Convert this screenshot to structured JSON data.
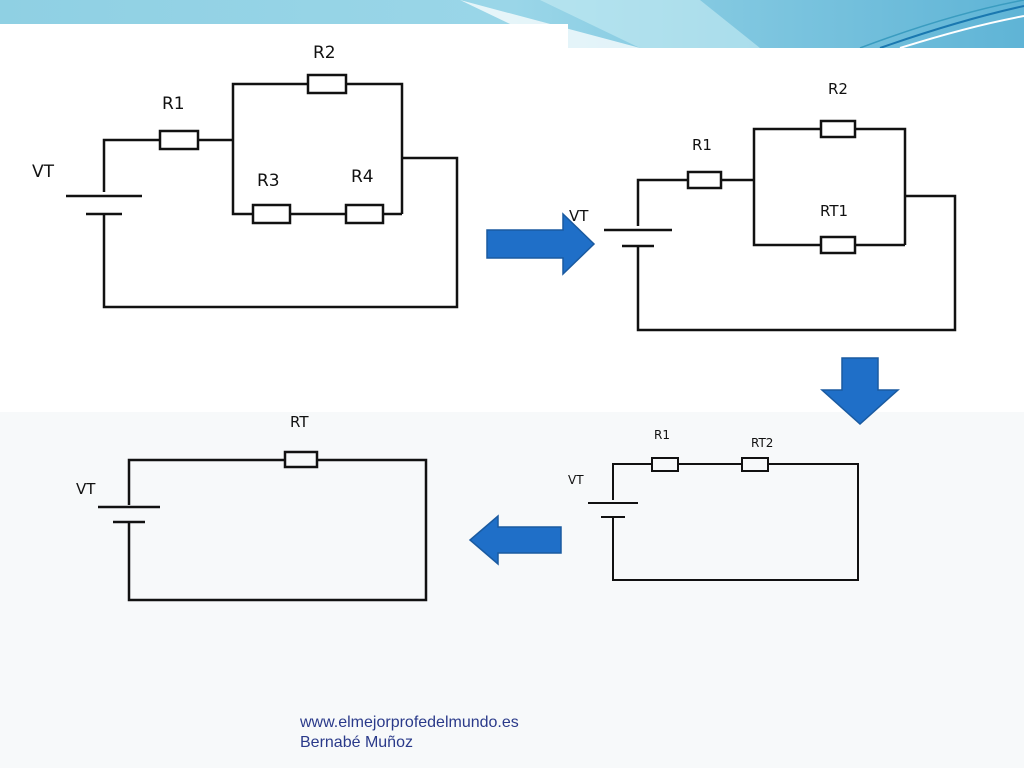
{
  "theme": {
    "header_colors": [
      "#7ecbe0",
      "#3a9cc0",
      "#b9e3ef",
      "#1a78b0"
    ],
    "arrow_color": "#1f6fc8",
    "wire_color": "#111111"
  },
  "circuits": [
    {
      "source_label": "VT",
      "resistors": [
        {
          "name": "R1"
        },
        {
          "name": "R2"
        },
        {
          "name": "R3"
        },
        {
          "name": "R4"
        }
      ]
    },
    {
      "source_label": "VT",
      "resistors": [
        {
          "name": "R1"
        },
        {
          "name": "R2"
        },
        {
          "name": "RT1"
        }
      ]
    },
    {
      "source_label": "VT",
      "resistors": [
        {
          "name": "R1"
        },
        {
          "name": "RT2"
        }
      ]
    },
    {
      "source_label": "VT",
      "resistors": [
        {
          "name": "RT"
        }
      ]
    }
  ],
  "arrows": [
    "right-arrow",
    "down-arrow",
    "left-arrow"
  ],
  "footer": {
    "website": "www.elmejorprofedelmundo.es",
    "author": "Bernabé Muñoz"
  }
}
